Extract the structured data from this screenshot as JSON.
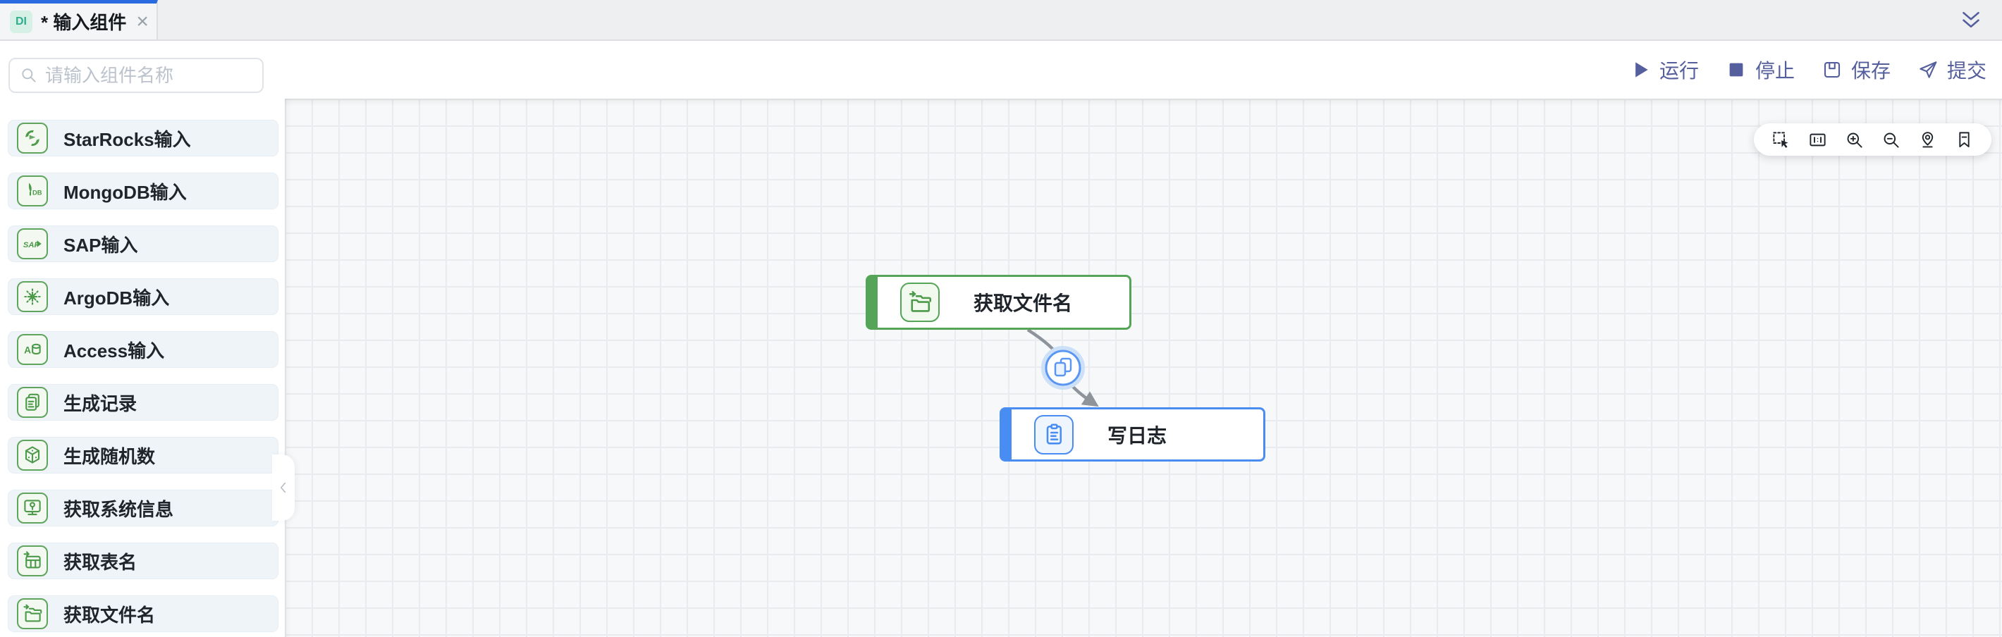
{
  "tab": {
    "badge": "DI",
    "title": "* 输入组件",
    "close_glyph": "×"
  },
  "tabbar": {
    "expand_icon": "chevrons-down-icon"
  },
  "header_actions": [
    {
      "id": "run",
      "label": "运行",
      "icon": "play-icon"
    },
    {
      "id": "stop",
      "label": "停止",
      "icon": "stop-icon"
    },
    {
      "id": "save",
      "label": "保存",
      "icon": "save-icon"
    },
    {
      "id": "submit",
      "label": "提交",
      "icon": "submit-icon"
    }
  ],
  "sidebar": {
    "search_placeholder": "请输入组件名称",
    "search_icon": "search-icon",
    "items": [
      {
        "label": "StarRocks输入",
        "icon": "starrocks-icon"
      },
      {
        "label": "MongoDB输入",
        "icon": "mongodb-icon"
      },
      {
        "label": "SAP输入",
        "icon": "sap-icon"
      },
      {
        "label": "ArgoDB输入",
        "icon": "argodb-icon"
      },
      {
        "label": "Access输入",
        "icon": "access-icon"
      },
      {
        "label": "生成记录",
        "icon": "generate-records-icon"
      },
      {
        "label": "生成随机数",
        "icon": "generate-random-icon"
      },
      {
        "label": "获取系统信息",
        "icon": "system-info-icon"
      },
      {
        "label": "获取表名",
        "icon": "table-name-icon"
      },
      {
        "label": "获取文件名",
        "icon": "file-name-icon"
      }
    ]
  },
  "canvas": {
    "toolbar_icons": [
      "marquee-select-icon",
      "one-to-one-icon",
      "zoom-in-icon",
      "zoom-out-icon",
      "locate-icon",
      "bookmark-icon"
    ],
    "collapse_icon": "chevron-left-icon",
    "nodes": [
      {
        "label": "获取文件名",
        "icon": "file-name-icon",
        "color": "green"
      },
      {
        "label": "写日志",
        "icon": "write-log-icon",
        "color": "blue"
      }
    ],
    "edge": {
      "badge_icon": "copy-icon"
    }
  },
  "colors": {
    "tab_active_accent": "#2a6be2",
    "di_badge_bg": "#d7f0e6",
    "di_badge_text": "#2fae8f",
    "action_button": "#565f9e",
    "sidebar_item_bg": "#eff4f9",
    "component_green": "#55a457",
    "component_blue": "#4a8df2",
    "edge_gray": "#8e949c",
    "canvas_bg": "#f7f8f9",
    "grid_line": "#e9ebee"
  }
}
